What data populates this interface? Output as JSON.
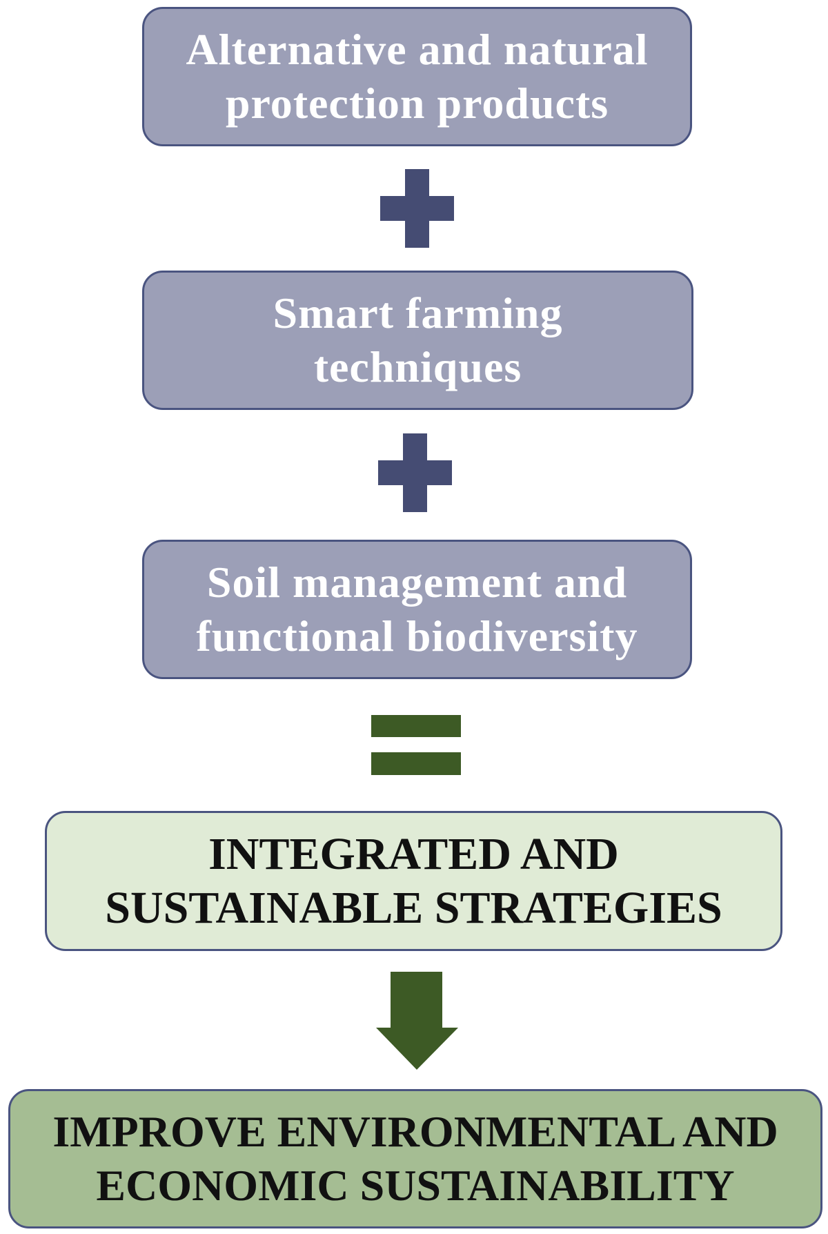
{
  "inputs": [
    {
      "label": "Alternative and natural\nprotection products"
    },
    {
      "label": "Smart farming\ntechniques"
    },
    {
      "label": "Soil management and\nfunctional biodiversity"
    }
  ],
  "operators": {
    "plus": "+",
    "equals": "=",
    "arrow": "down-arrow"
  },
  "strategy": {
    "label": "INTEGRATED AND\nSUSTAINABLE STRATEGIES"
  },
  "result": {
    "label": "IMPROVE ENVIRONMENTAL AND\nECONOMIC SUSTAINABILITY"
  },
  "colors": {
    "input_fill": "#9c9fb7",
    "input_border": "#4a5480",
    "plus_color": "#454c73",
    "equals_color": "#3d5a25",
    "arrow_color": "#3d5a25",
    "strategy_fill": "#e0ebd6",
    "result_fill": "#a5bd93"
  }
}
